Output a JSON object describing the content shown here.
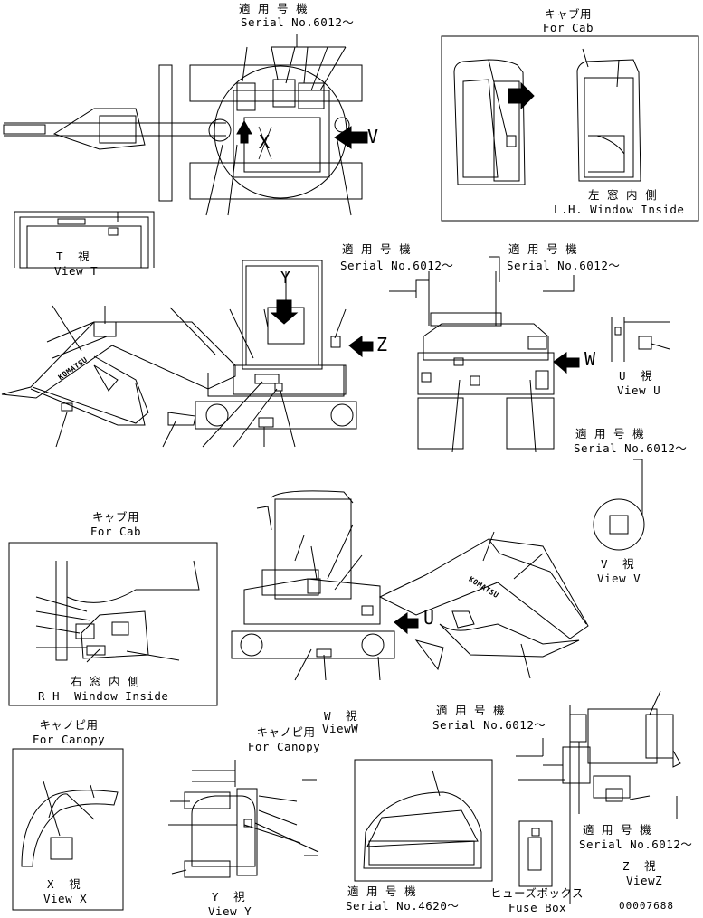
{
  "serial_6012": "Serial No.6012～",
  "serial_4620": "Serial No.4620～",
  "applicable_jp": "適 用 号 機",
  "cab_jp": "キャブ用",
  "for_cab": "For Cab",
  "canopy_jp": "キャノピ用",
  "for_canopy": "For Canopy",
  "lh_window_jp": "左 窓 内 側",
  "lh_window_en": "L.H. Window Inside",
  "rh_window_jp": "右 窓 内 側",
  "rh_window_en": "R H  Window Inside",
  "view_t_jp": "T  視",
  "view_t_en": "View T",
  "view_u_jp": "U  視",
  "view_u_en": "View U",
  "view_v_jp": "V  視",
  "view_v_en": "View V",
  "view_w_jp": "W  視",
  "view_w_en": "ViewW",
  "view_x_jp": "X  視",
  "view_x_en": "View X",
  "view_y_jp": "Y  視",
  "view_y_en": "View Y",
  "view_z_jp": "Z  視",
  "view_z_en": "ViewZ",
  "fuse_box_jp": "ヒューズボックス",
  "fuse_box_en": "Fuse Box",
  "letter_v": "V",
  "letter_x": "X",
  "letter_y": "Y",
  "letter_z": "Z",
  "letter_w": "W",
  "letter_u": "U",
  "brand": "KOMATSU",
  "drawing_no": "00007688"
}
